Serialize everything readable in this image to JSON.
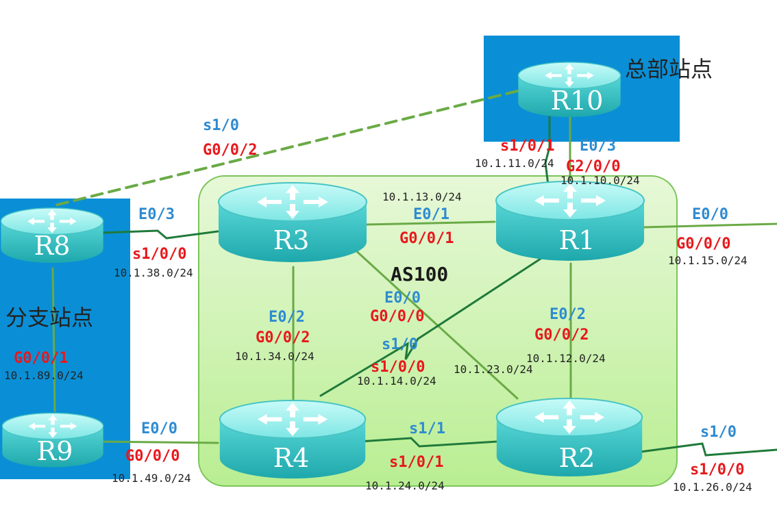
{
  "sites": {
    "headquarters": "总部站点",
    "branch": "分支站点",
    "as": "AS100"
  },
  "routers": {
    "R1": "R1",
    "R2": "R2",
    "R3": "R3",
    "R4": "R4",
    "R8": "R8",
    "R9": "R9",
    "R10": "R10"
  },
  "links": {
    "r10_r8": {
      "blue": "s1/0",
      "red": "G0/0/2"
    },
    "r10_r1_serial": {
      "red": "s1/0/1",
      "net": "10.1.11.0/24"
    },
    "r10_r1_eth": {
      "blue": "E0/3",
      "red": "G2/0/0",
      "net": "10.1.10.0/24"
    },
    "r3_r1": {
      "blue": "E0/1",
      "red": "G0/0/1",
      "net": "10.1.13.0/24"
    },
    "r1_ext": {
      "blue": "E0/0",
      "red": "G0/0/0",
      "net": "10.1.15.0/24"
    },
    "r8_r3": {
      "blue": "E0/3",
      "red": "s1/0/0",
      "net": "10.1.38.0/24"
    },
    "r3_r4": {
      "blue": "E0/2",
      "red": "G0/0/2",
      "net": "10.1.34.0/24"
    },
    "r3_r2": {
      "blue": "E0/0",
      "red": "G0/0/0",
      "net": "10.1.23.0/24"
    },
    "r1_r4": {
      "blue": "s1/0",
      "red": "s1/0/0",
      "net": "10.1.14.0/24"
    },
    "r1_r2": {
      "blue": "E0/2",
      "red": "G0/0/2",
      "net": "10.1.12.0/24"
    },
    "r8_r9": {
      "red": "G0/0/1",
      "net": "10.1.89.0/24"
    },
    "r9_r4": {
      "blue": "E0/0",
      "red": "G0/0/0",
      "net": "10.1.49.0/24"
    },
    "r4_r2": {
      "blue": "s1/1",
      "red": "s1/0/1",
      "net": "10.1.24.0/24"
    },
    "r2_ext": {
      "blue": "s1/0",
      "red": "s1/0/0",
      "net": "10.1.26.0/24"
    }
  },
  "colors": {
    "site_box": "#0a8fd6",
    "as_area": "#c8f0a4",
    "link_line": "#5fa844",
    "serial_line": "#1f7a3a",
    "router_top": "#9ef0ee",
    "router_body": "#3ec8c8"
  }
}
